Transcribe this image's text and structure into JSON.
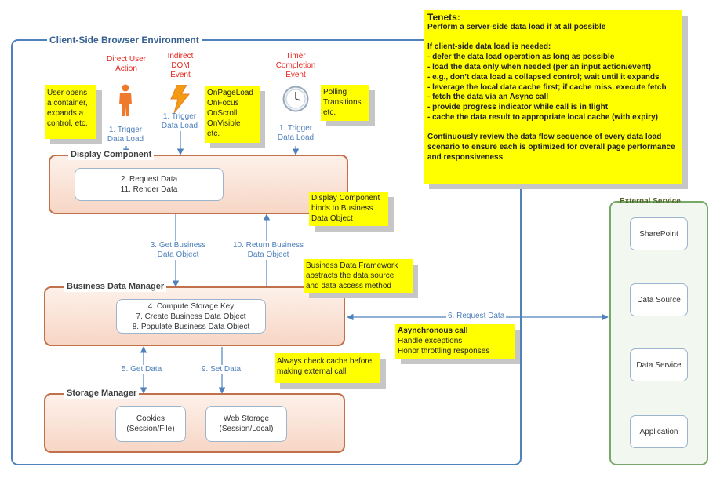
{
  "regions": {
    "browser_env": "Client-Side Browser Environment",
    "external_service": "External Service"
  },
  "components": {
    "display": {
      "title": "Display Component",
      "steps": [
        "2. Request Data",
        "11. Render Data"
      ]
    },
    "business_manager": {
      "title": "Business Data Manager",
      "steps": [
        "4. Compute Storage Key",
        "7. Create Business Data Object",
        "8. Populate Business Data Object"
      ]
    },
    "storage_manager": {
      "title": "Storage Manager",
      "cookies": [
        "Cookies",
        "(Session/File)"
      ],
      "web_storage": [
        "Web Storage",
        "(Session/Local)"
      ]
    }
  },
  "external_services": [
    "SharePoint",
    "Data Source",
    "Data Service",
    "Application"
  ],
  "triggers": {
    "direct_user_action": [
      "Direct User",
      "Action"
    ],
    "indirect_dom_event": [
      "Indirect",
      "DOM",
      "Event"
    ],
    "timer_completion_event": [
      "Timer",
      "Completion",
      "Event"
    ],
    "trigger_label": [
      "1. Trigger",
      "Data Load"
    ]
  },
  "flow_labels": {
    "get_business_data_object": [
      "3. Get Business",
      "Data Object"
    ],
    "return_business_data_object": [
      "10. Return Business",
      "Data Object"
    ],
    "get_data": "5. Get Data",
    "set_data": "9. Set Data",
    "request_data": "6. Request Data"
  },
  "notes": {
    "user_opens": [
      "User opens",
      "a container,",
      "expands a",
      "control, etc."
    ],
    "dom_events": [
      "OnPageLoad",
      "OnFocus",
      "OnScroll",
      "OnVisible",
      "etc."
    ],
    "polling": [
      "Polling",
      "Transitions",
      "etc."
    ],
    "display_binds": [
      "Display Component",
      "binds to Business",
      "Data Object"
    ],
    "framework": [
      "Business Data Framework",
      "abstracts the data source",
      "and data access method"
    ],
    "cache_check": [
      "Always check cache before",
      "making external call"
    ],
    "async_call": {
      "heading": "Asynchronous call",
      "lines": [
        "Handle exceptions",
        "Honor throttling responses"
      ]
    }
  },
  "tenets": {
    "heading": "Tenets:",
    "first": "Perform a server-side data load if at all possible",
    "subheading": "If client-side data load is needed:",
    "bullets": [
      "- defer the data load operation as long as possible",
      "- load the data only when needed (per an input action/event)",
      "-   e.g., don’t data load a collapsed control; wait until it expands",
      "- leverage the local data cache first; if cache miss, execute fetch",
      "- fetch the data via an Async call",
      "- provide progress indicator while call is in flight",
      "- cache the data result to appropriate local cache (with expiry)"
    ],
    "closing": "Continuously review the data flow sequence of every data load scenario to ensure each is optimized for overall page performance and responsiveness"
  },
  "colors": {
    "region_border": "#4f81bd",
    "component_border": "#c0714b",
    "external_border": "#77a868",
    "note_fill": "#ffff00",
    "trigger_text": "#e8271f",
    "arrow": "#4f81bd"
  },
  "icons": [
    "person-icon",
    "lightning-icon",
    "clock-icon"
  ]
}
